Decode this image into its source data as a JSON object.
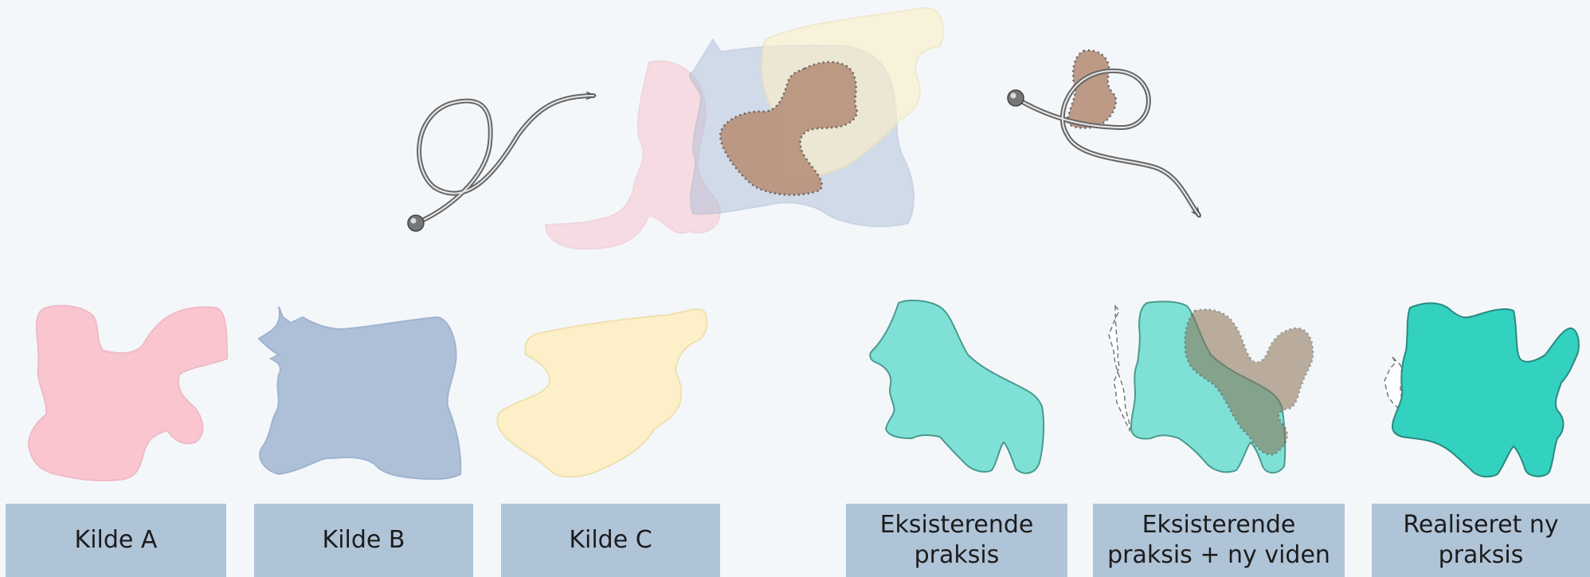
{
  "labels": {
    "source_a": "Kilde A",
    "source_b": "Kilde B",
    "source_c": "Kilde C",
    "existing_practice": "Eksisterende\npraksis",
    "existing_plus_new": "Eksisterende\npraksis + ny viden",
    "realized_new": "Realiseret ny\npraksis"
  },
  "colors": {
    "background": "#f4f7fa",
    "label_box": "#b0c4d8",
    "source_a": "#f9c6d0",
    "source_b": "#aebfd8",
    "source_c": "#fdf0c8",
    "knowledge": "#b8917a",
    "practice_light": "#7fe1d6",
    "practice_dark": "#33d1c0",
    "arrow": "#555555"
  },
  "icons": [
    "curly-arrow-icon",
    "curly-arrow-down-icon"
  ]
}
